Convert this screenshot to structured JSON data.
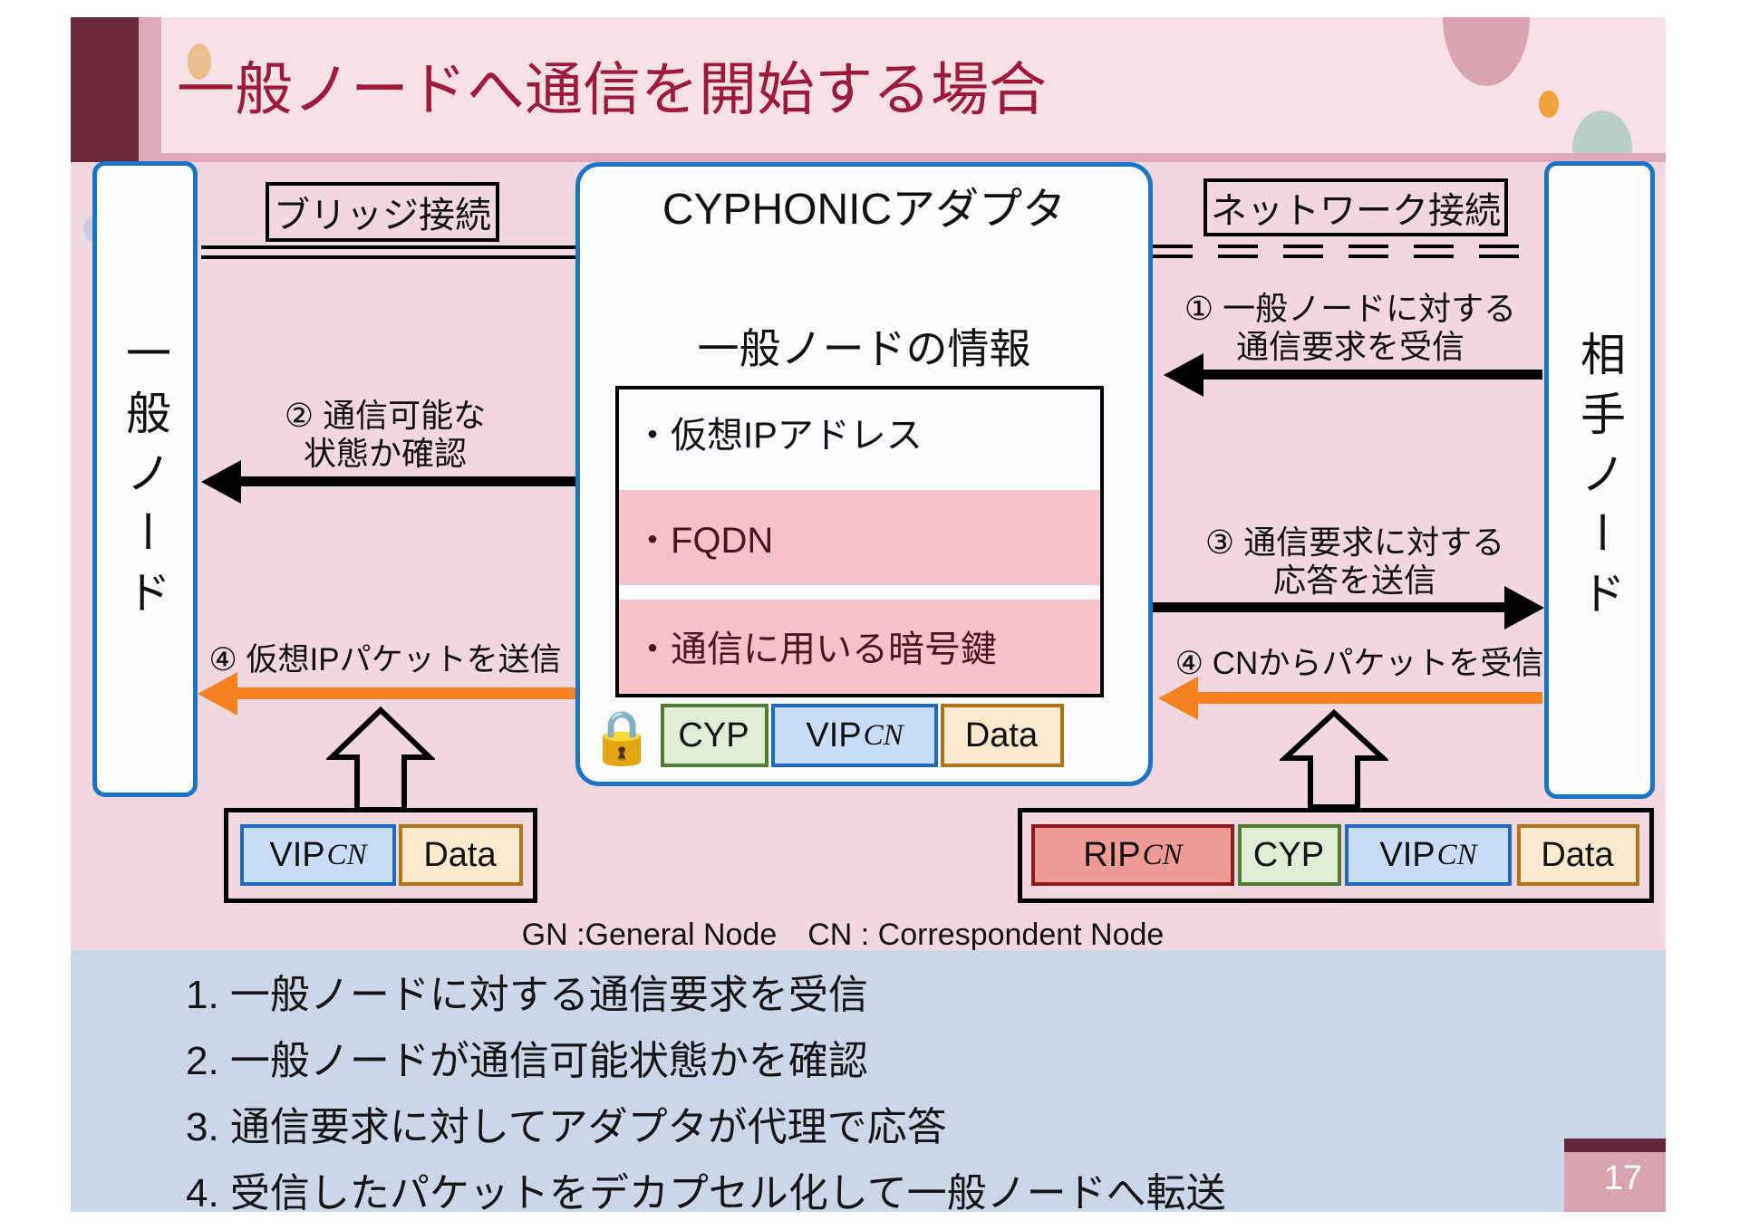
{
  "slide": {
    "title": "一般ノードへ通信を開始する場合",
    "page_number": "17"
  },
  "nodes": {
    "left": "一般ノード",
    "right": "相手ノード"
  },
  "connections": {
    "bridge": "ブリッジ接続",
    "network": "ネットワーク接続"
  },
  "adapter": {
    "title": "CYPHONICアダプタ",
    "info_heading": "一般ノードの情報",
    "info_rows": [
      "・仮想IPアドレス",
      "・FQDN",
      "・通信に用いる暗号鍵"
    ],
    "lock_icon": "🔒"
  },
  "steps": {
    "s1": {
      "line1": "① 一般ノードに対する",
      "line2": "通信要求を受信"
    },
    "s2": {
      "line1": "② 通信可能な",
      "line2": "状態か確認"
    },
    "s3": {
      "line1": "③ 通信要求に対する",
      "line2": "応答を送信"
    },
    "s4_left": "④ 仮想IPパケットを送信",
    "s4_right": "④ CNからパケットを受信"
  },
  "packets": {
    "adapter": [
      {
        "label": "CYP",
        "sub": ""
      },
      {
        "label": "VIP",
        "sub": "CN"
      },
      {
        "label": "Data",
        "sub": ""
      }
    ],
    "general_node": [
      {
        "label": "VIP",
        "sub": "CN"
      },
      {
        "label": "Data",
        "sub": ""
      }
    ],
    "correspondent": [
      {
        "label": "RIP",
        "sub": "CN"
      },
      {
        "label": "CYP",
        "sub": ""
      },
      {
        "label": "VIP",
        "sub": "CN"
      },
      {
        "label": "Data",
        "sub": ""
      }
    ]
  },
  "legend": "GN :General Node　CN : Correspondent Node",
  "summary": {
    "items": [
      "1. 一般ノードに対する通信要求を受信",
      "2. 一般ノードが通信可能状態かを確認",
      "3. 通信要求に対してアダプタが代理で応答",
      "4. 受信したパケットをデカプセル化して一般ノードへ転送"
    ]
  },
  "colors": {
    "accent_blue": "#1a74c7",
    "arrow_orange": "#f58220",
    "title_red": "#9e1a3d",
    "maroon": "#6b2a3c"
  }
}
